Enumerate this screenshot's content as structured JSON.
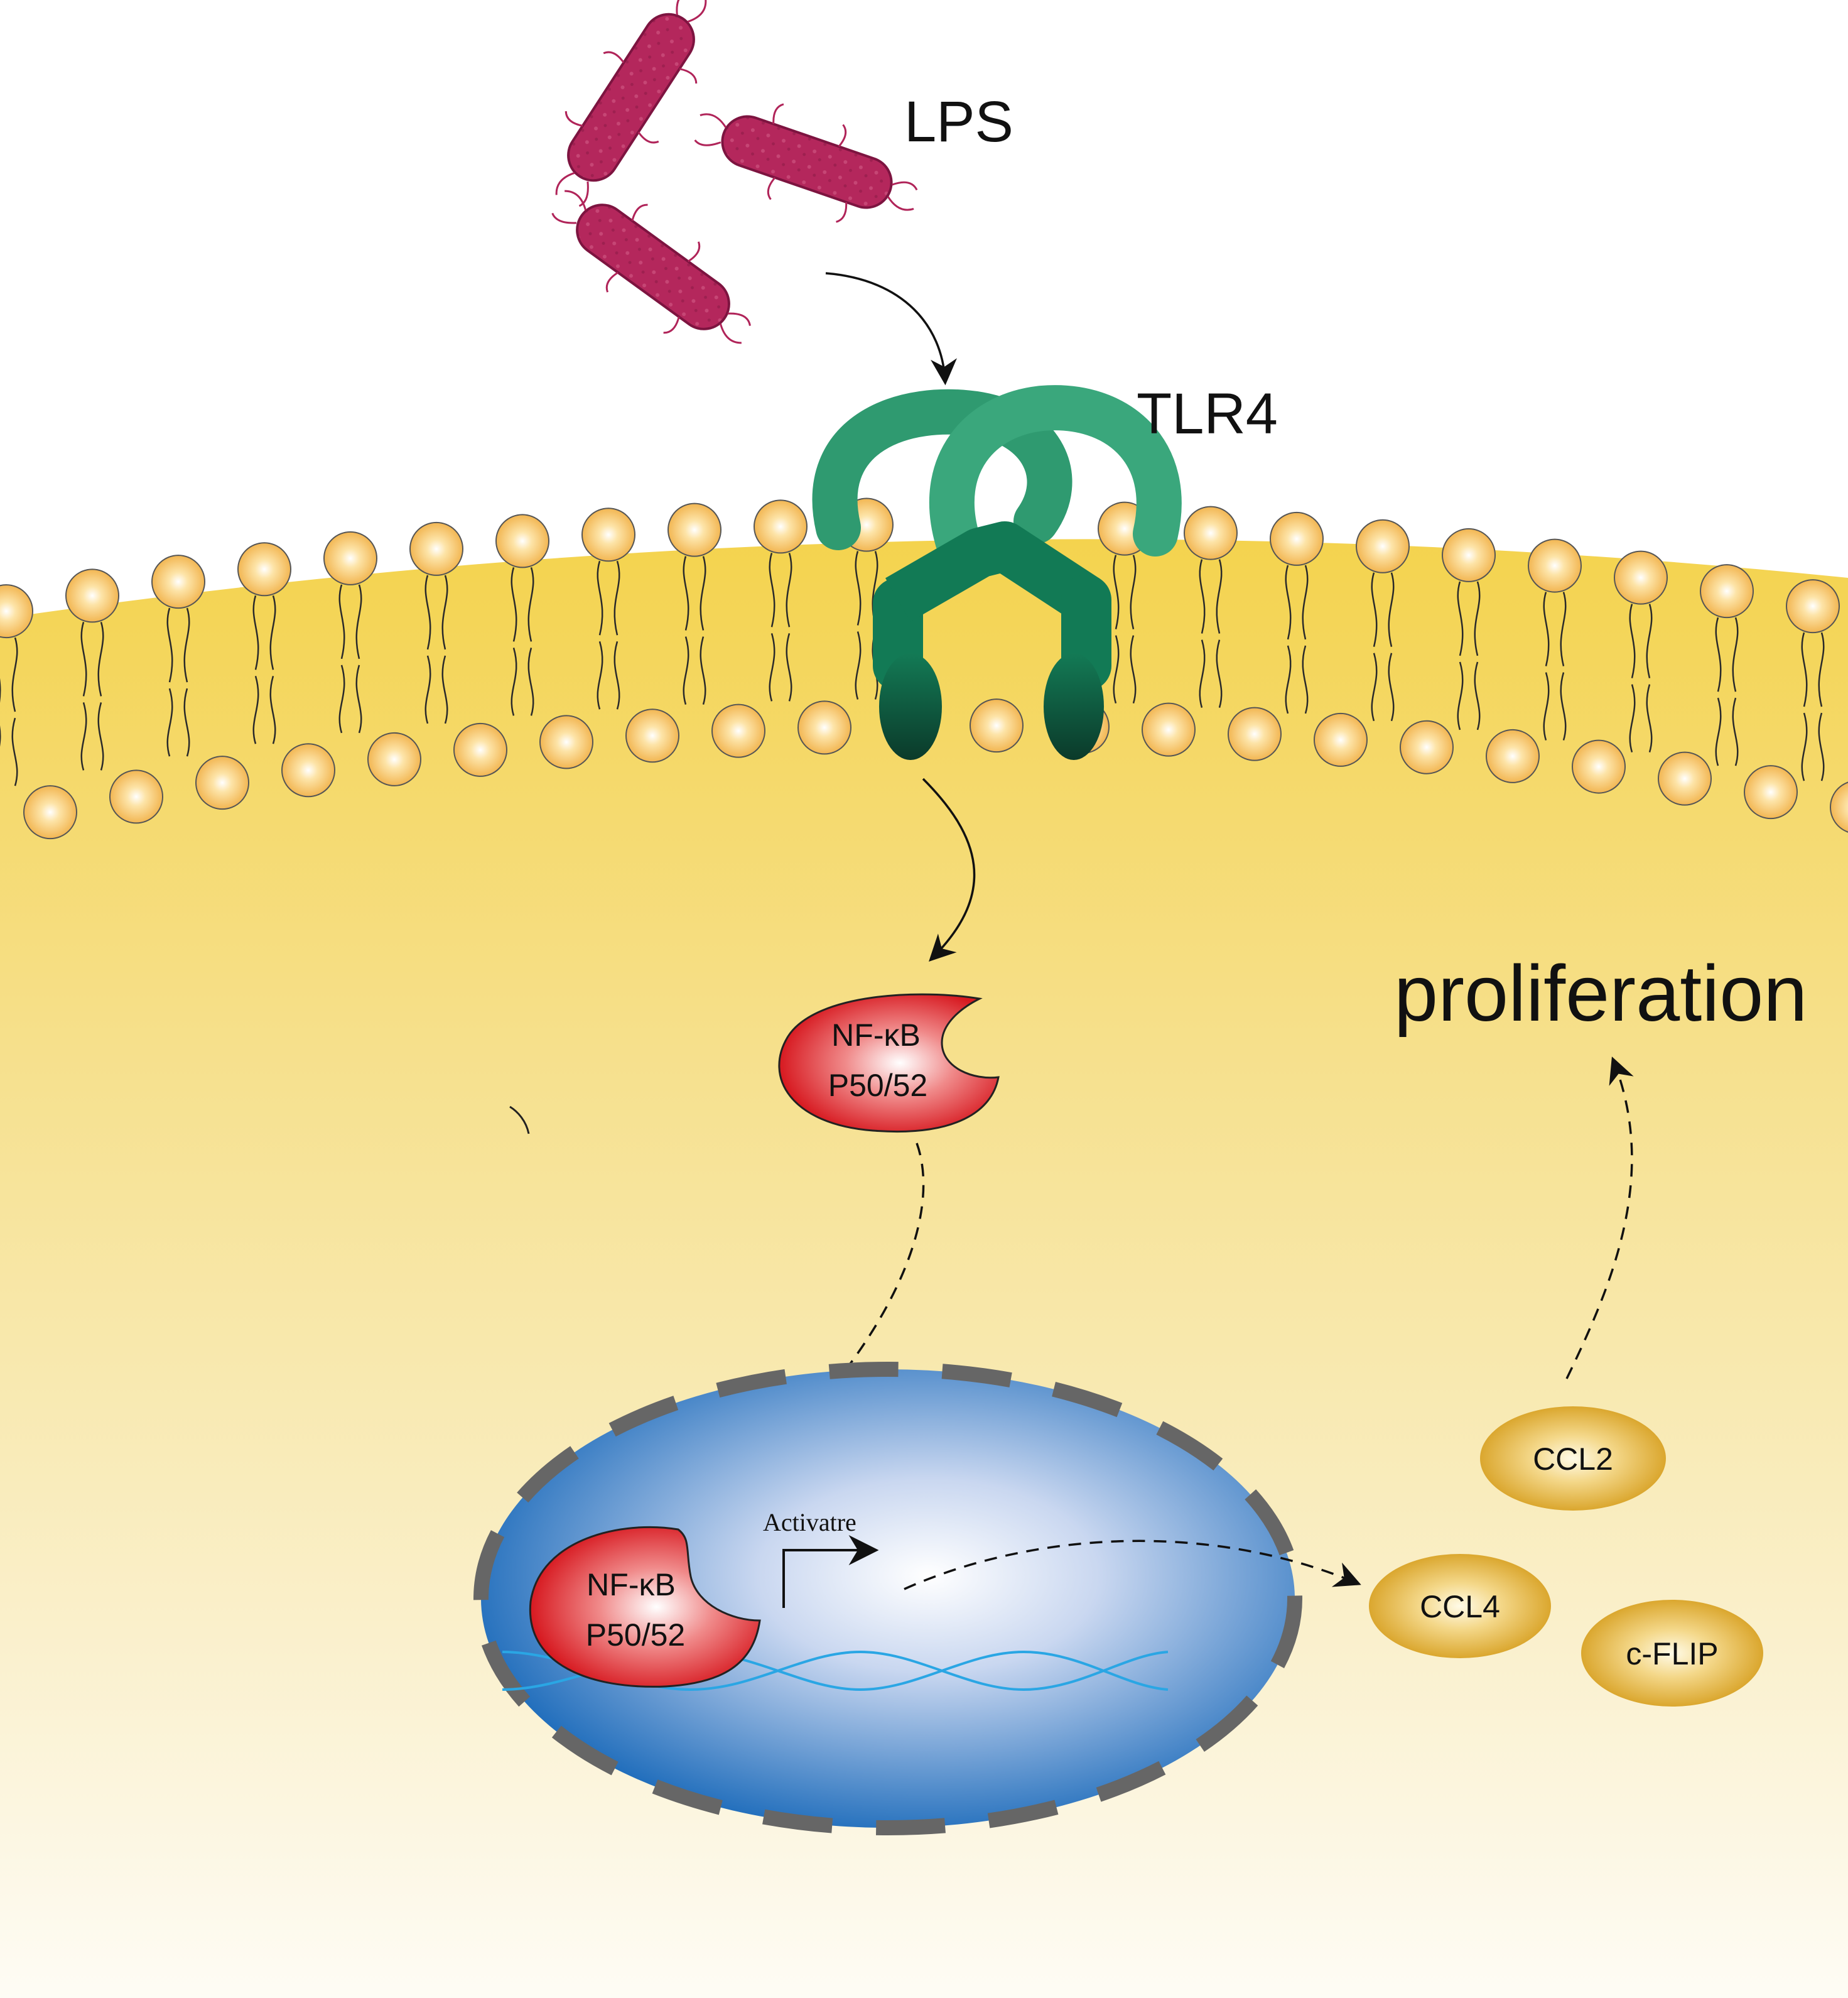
{
  "labels": {
    "lps": "LPS",
    "tlr4": "TLR4",
    "proliferation": "proliferation",
    "activatre": "Activatre"
  },
  "nfkb": {
    "name": "NF-κB",
    "subunits": "P50/52"
  },
  "products": {
    "ccl2": "CCL2",
    "ccl4": "CCL4",
    "cflip": "c-FLIP"
  },
  "colors": {
    "bacteria": "#b0245a",
    "receptor_outer": "#2e9a72",
    "receptor_inner": "#0f6b4c",
    "membrane_head": "#f6c65e",
    "cytoplasm_top": "#f4d34e",
    "nucleus": "#1f6fc0",
    "nfkb": "#d81f27",
    "product": "#dca52a"
  }
}
